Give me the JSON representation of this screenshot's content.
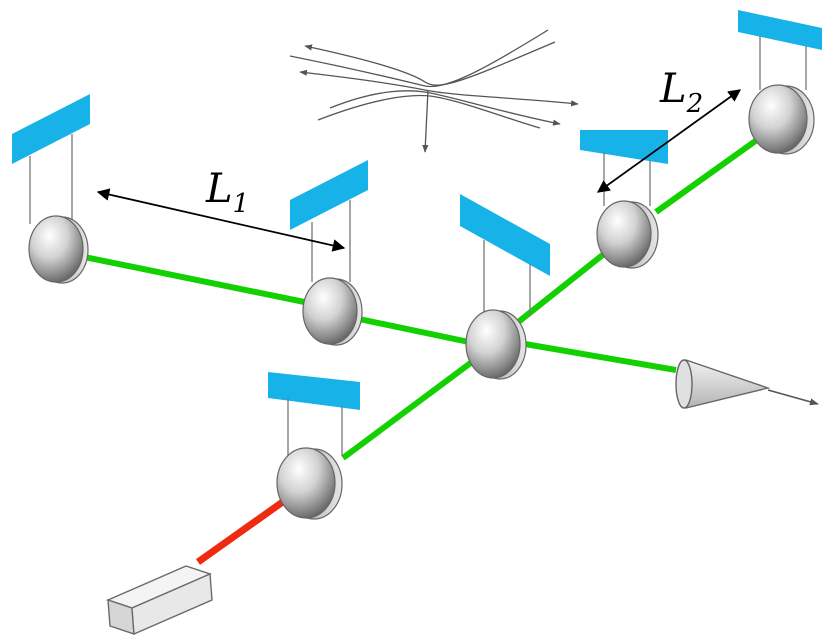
{
  "labels": {
    "l1": {
      "main": "L",
      "sub": "1"
    },
    "l2": {
      "main": "L",
      "sub": "2"
    }
  },
  "colors": {
    "beam_arm": "#13d000",
    "beam_input": "#ee2b10",
    "suspension_mass": "#17b3e8",
    "background": "#ffffff"
  },
  "components": {
    "laser": "laser-source",
    "beam_splitter": "beam-splitter",
    "photodetector": "photodetector",
    "mirrors": [
      "end-mirror-arm1",
      "input-mirror-arm1",
      "input-mirror-arm2",
      "end-mirror-arm2",
      "power-recycling-mirror"
    ]
  }
}
